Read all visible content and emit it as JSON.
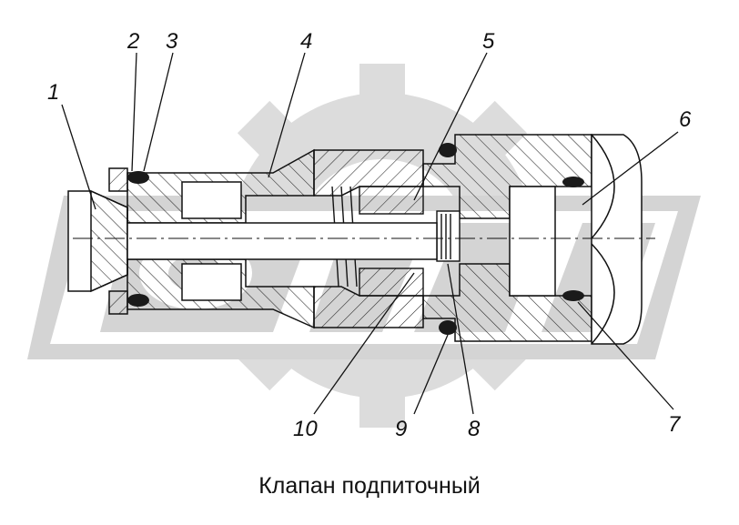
{
  "caption": "Клапан подпиточный",
  "callouts": [
    {
      "id": "c1",
      "label": "1"
    },
    {
      "id": "c2",
      "label": "2"
    },
    {
      "id": "c3",
      "label": "3"
    },
    {
      "id": "c4",
      "label": "4"
    },
    {
      "id": "c5",
      "label": "5"
    },
    {
      "id": "c6",
      "label": "6"
    },
    {
      "id": "c7",
      "label": "7"
    },
    {
      "id": "c8",
      "label": "8"
    },
    {
      "id": "c9",
      "label": "9"
    },
    {
      "id": "c10",
      "label": "10"
    }
  ],
  "colors": {
    "ink": "#111111",
    "watermark": "#d9d9d9",
    "hatch": "#222222",
    "seal": "#1a1a1a"
  }
}
